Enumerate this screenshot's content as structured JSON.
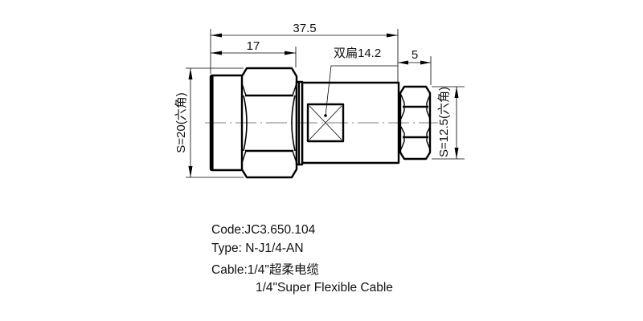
{
  "dimensions": {
    "overall_length": "37.5",
    "nut_length": "17",
    "flat_width": "双扁14.2",
    "rear_hex_length": "5",
    "front_hex_size": "S=20(六角)",
    "rear_hex_size": "S=12.5(六角)"
  },
  "spec": {
    "code": "Code:JC3.650.104",
    "type": "Type: N-J1/4-AN",
    "cable_cn": "Cable:1/4\"超柔电缆",
    "cable_en": "1/4\"Super Flexible Cable"
  },
  "colors": {
    "line": "#000000",
    "background": "#ffffff"
  }
}
